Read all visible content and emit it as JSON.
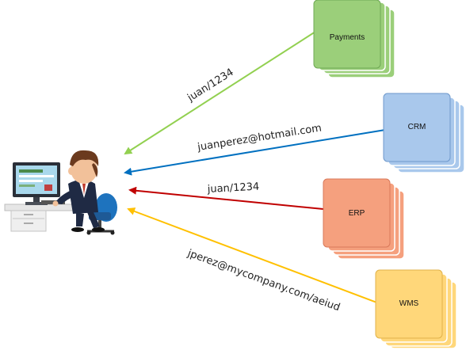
{
  "systems": [
    {
      "id": "payments",
      "label": "Payments",
      "color": "#9bcf7a",
      "stroke": "#6fa855"
    },
    {
      "id": "crm",
      "label": "CRM",
      "color": "#a9c8ec",
      "stroke": "#6f99cc"
    },
    {
      "id": "erp",
      "label": "ERP",
      "color": "#f5a07e",
      "stroke": "#d9795a"
    },
    {
      "id": "wms",
      "label": "WMS",
      "color": "#ffd77a",
      "stroke": "#e0b24a"
    }
  ],
  "credentials": [
    {
      "text": "juan/1234",
      "arrow_color": "#92d050"
    },
    {
      "text": "juanperez@hotmail.com",
      "arrow_color": "#0070c0"
    },
    {
      "text": "juan/1234",
      "arrow_color": "#c00000"
    },
    {
      "text": "jperez@mycompany.com/aeiud",
      "arrow_color": "#ffc000"
    }
  ],
  "user": {
    "icon": "user-at-computer-icon"
  }
}
